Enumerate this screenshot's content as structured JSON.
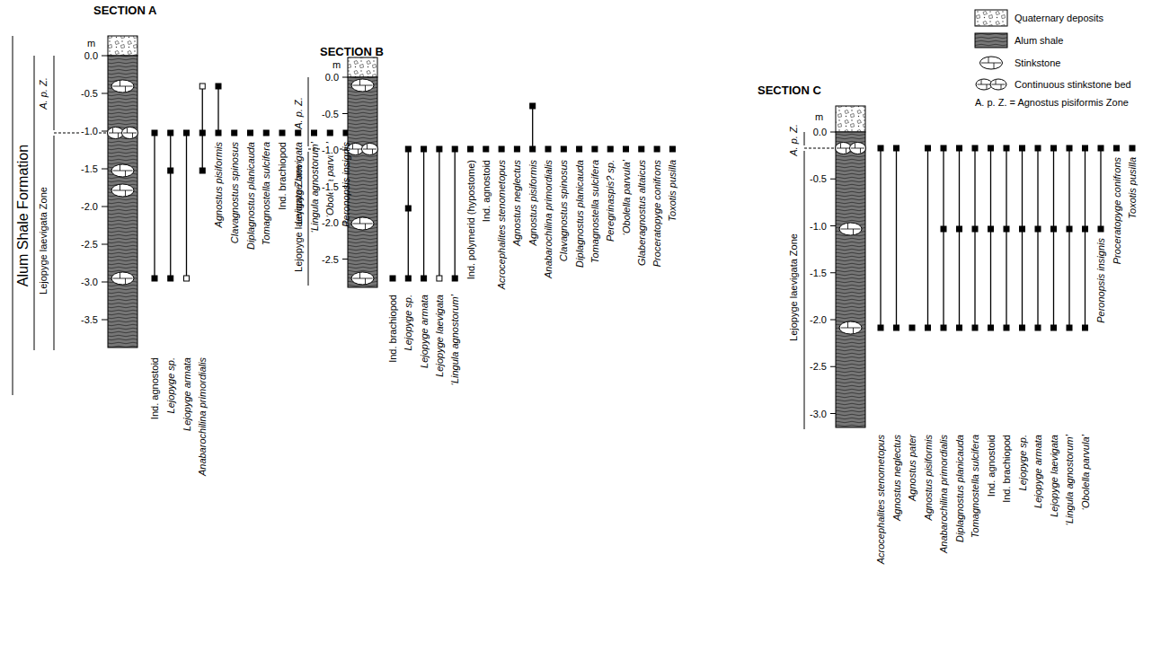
{
  "diagram": {
    "labels": [
      "SECTION A",
      "m",
      "0.0",
      "-0.5",
      "-1.0",
      "-1.5",
      "-2.0",
      "-2.5",
      "-3.0",
      "-3.5",
      "Alum Shale Formation",
      "A. p. Z.",
      "Lejopyge laevigata Zone",
      "Ind. agnostoid",
      "Lejopyge sp.",
      "Lejopyge armata",
      "Anabarochilina primordialis",
      "Agnostus pisiformis",
      "Clavagnostus spinosus",
      "Diplagnostus planicauda",
      "Tomagnostella sulcifera",
      "Ind. brachiopod",
      "Lejopyge laevigata",
      "‘Lingula agnostorum’",
      "‘Obolella parvula’",
      "Peronopsis insignis",
      "SECTION B",
      "m",
      "0.0",
      "-0.5",
      "-1.0",
      "-1.5",
      "-2.0",
      "-2.5",
      "A. p. Z.",
      "Lejopyge laevigata Zone",
      "Ind. brachiopod",
      "Lejopyge sp.",
      "Lejopyge armata",
      "Lejopyge laevigata",
      "‘Lingula agnostorum’",
      "Ind. polymerid (hypostome)",
      "Ind. agnostoid",
      "Acrocephalites stenometopus",
      "Agnostus neglectus",
      "Agnostus pisiformis",
      "Anabarochilina primordialis",
      "Clavagnostus spinosus",
      "Diplagnostus planicauda",
      "Tomagnostella sulcifera",
      "Peregrinaspis? sp.",
      "‘Obolella parvula’",
      "Glaberagnostus altaicus",
      "Proceratopyge conifrons",
      "Toxotis pusilla",
      "SECTION C",
      "m",
      "0.0",
      "-0.5",
      "-1.0",
      "-1.5",
      "-2.0",
      "-2.5",
      "-3.0",
      "A. p. Z.",
      "Lejopyge laevigata Zone",
      "Acrocephalites stenometopus",
      "Agnostus neglectus",
      "Agnostus pater",
      "Agnostus pisiformis",
      "Anabarochilina primordialis",
      "Diplagnostus planicauda",
      "Tomagnostella sulcifera",
      "Ind. agnostoid",
      "Ind. brachiopod",
      "Lejopyge sp.",
      "Lejopyge armata",
      "Lejopyge laevigata",
      "‘Lingula agnostorum’",
      "‘Obolella parvula’",
      "Peronopsis insignis",
      "Proceratopyge conifrons",
      "Toxotis pusilla",
      "A. p. Z. = Agnostus pisiformis Zone"
    ],
    "legend": [
      {
        "text": "Quaternary deposits"
      },
      {
        "text": "Alum shale"
      },
      {
        "text": "Stinkstone"
      },
      {
        "text": "Continuous stinkstone bed"
      }
    ]
  }
}
